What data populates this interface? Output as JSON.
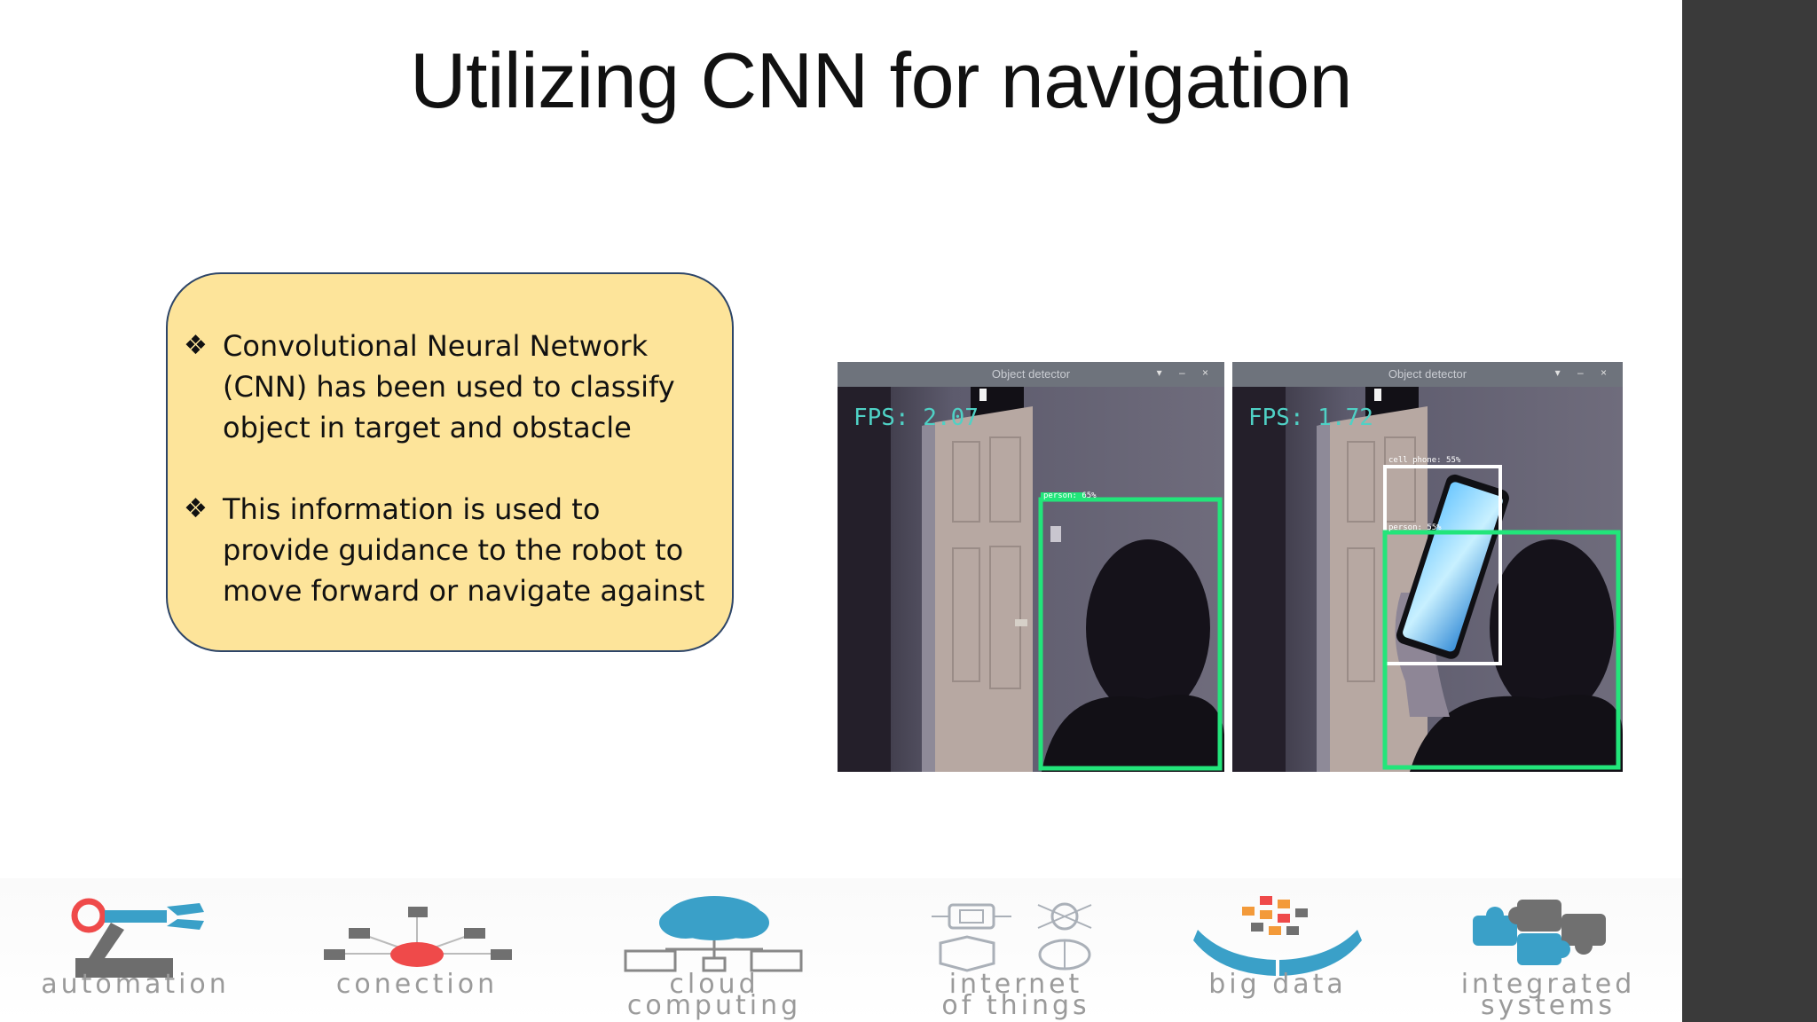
{
  "slide": {
    "title": "Utilizing CNN for navigation",
    "bullets": [
      "Convolutional Neural Network (CNN) has been used to classify object in target and obstacle",
      "This information is used to provide guidance to the robot to move forward or navigate against"
    ],
    "bullet_glyph": "❖"
  },
  "screens": [
    {
      "window_title": "Object detector",
      "window_controls": "▾ – ×",
      "fps": "FPS: 2.07",
      "detections": [
        {
          "label": "person: 65%",
          "color": "#22e57a"
        }
      ]
    },
    {
      "window_title": "Object detector",
      "window_controls": "▾ – ×",
      "fps": "FPS: 1.72",
      "detections": [
        {
          "label": "cell phone: 55%",
          "color": "#ffffff"
        },
        {
          "label": "person: 55%",
          "color": "#22e57a"
        }
      ]
    }
  ],
  "icon_strip": [
    {
      "icon": "robot-arm-icon",
      "label": "automation"
    },
    {
      "icon": "network-node-icon",
      "label": "conection"
    },
    {
      "icon": "cloud-computing-icon",
      "label_lines": [
        "cloud",
        "computing"
      ]
    },
    {
      "icon": "iot-chip-icon",
      "label_lines": [
        "internet",
        "of things"
      ]
    },
    {
      "icon": "big-data-hands-icon",
      "label": "big data"
    },
    {
      "icon": "puzzle-pieces-icon",
      "label_lines": [
        "integrated",
        "systems"
      ]
    }
  ],
  "colors": {
    "box_fill": "#fde49a",
    "box_border": "#2d4568",
    "fps_text": "#4fd1c5",
    "side_bar": "#3a3a3a",
    "icon_accent_red": "#ef4a4a",
    "icon_accent_blue": "#3aa0c8",
    "icon_gray": "#808080"
  }
}
